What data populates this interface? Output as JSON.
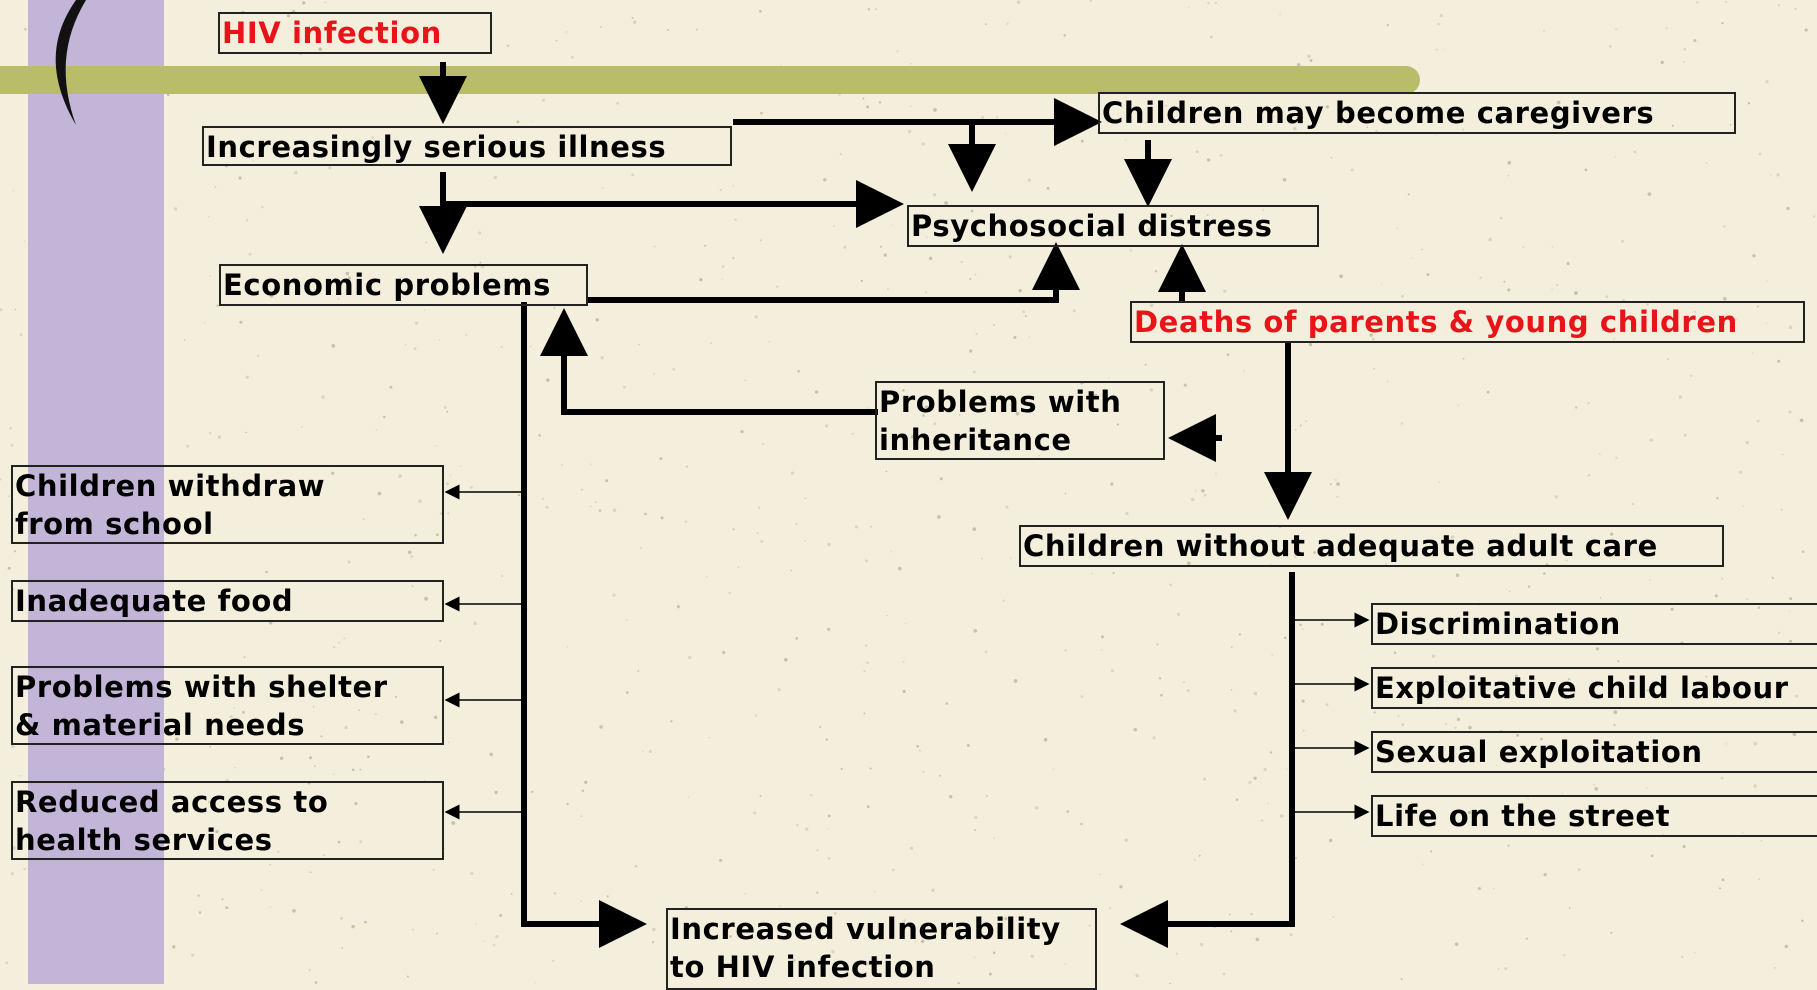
{
  "colors": {
    "background": "#f3efdc",
    "purple_bar": "#c2b5d8",
    "green_bar": "#b9bd6a",
    "red_text": "#e8141a",
    "line": "#000000"
  },
  "nodes": {
    "hiv_infection": "HIV infection",
    "serious_illness": "Increasingly serious illness",
    "children_caregivers": "Children may become caregivers",
    "psychosocial_distress": "Psychosocial distress",
    "economic_problems": "Economic problems",
    "deaths": "Deaths of parents & young children",
    "inheritance_l1": "Problems with",
    "inheritance_l2": "inheritance",
    "withdraw_l1": "Children withdraw",
    "withdraw_l2": "from school",
    "inadequate_food": "Inadequate food",
    "shelter_l1": "Problems with shelter",
    "shelter_l2": "& material needs",
    "health_l1": "Reduced access to",
    "health_l2": "health services",
    "no_adult_care": "Children without adequate adult care",
    "discrimination": "Discrimination",
    "child_labour": "Exploitative child labour",
    "sexual_exploitation": "Sexual exploitation",
    "street": "Life on the street",
    "vulnerability_l1": "Increased vulnerability",
    "vulnerability_l2": "to HIV infection"
  }
}
